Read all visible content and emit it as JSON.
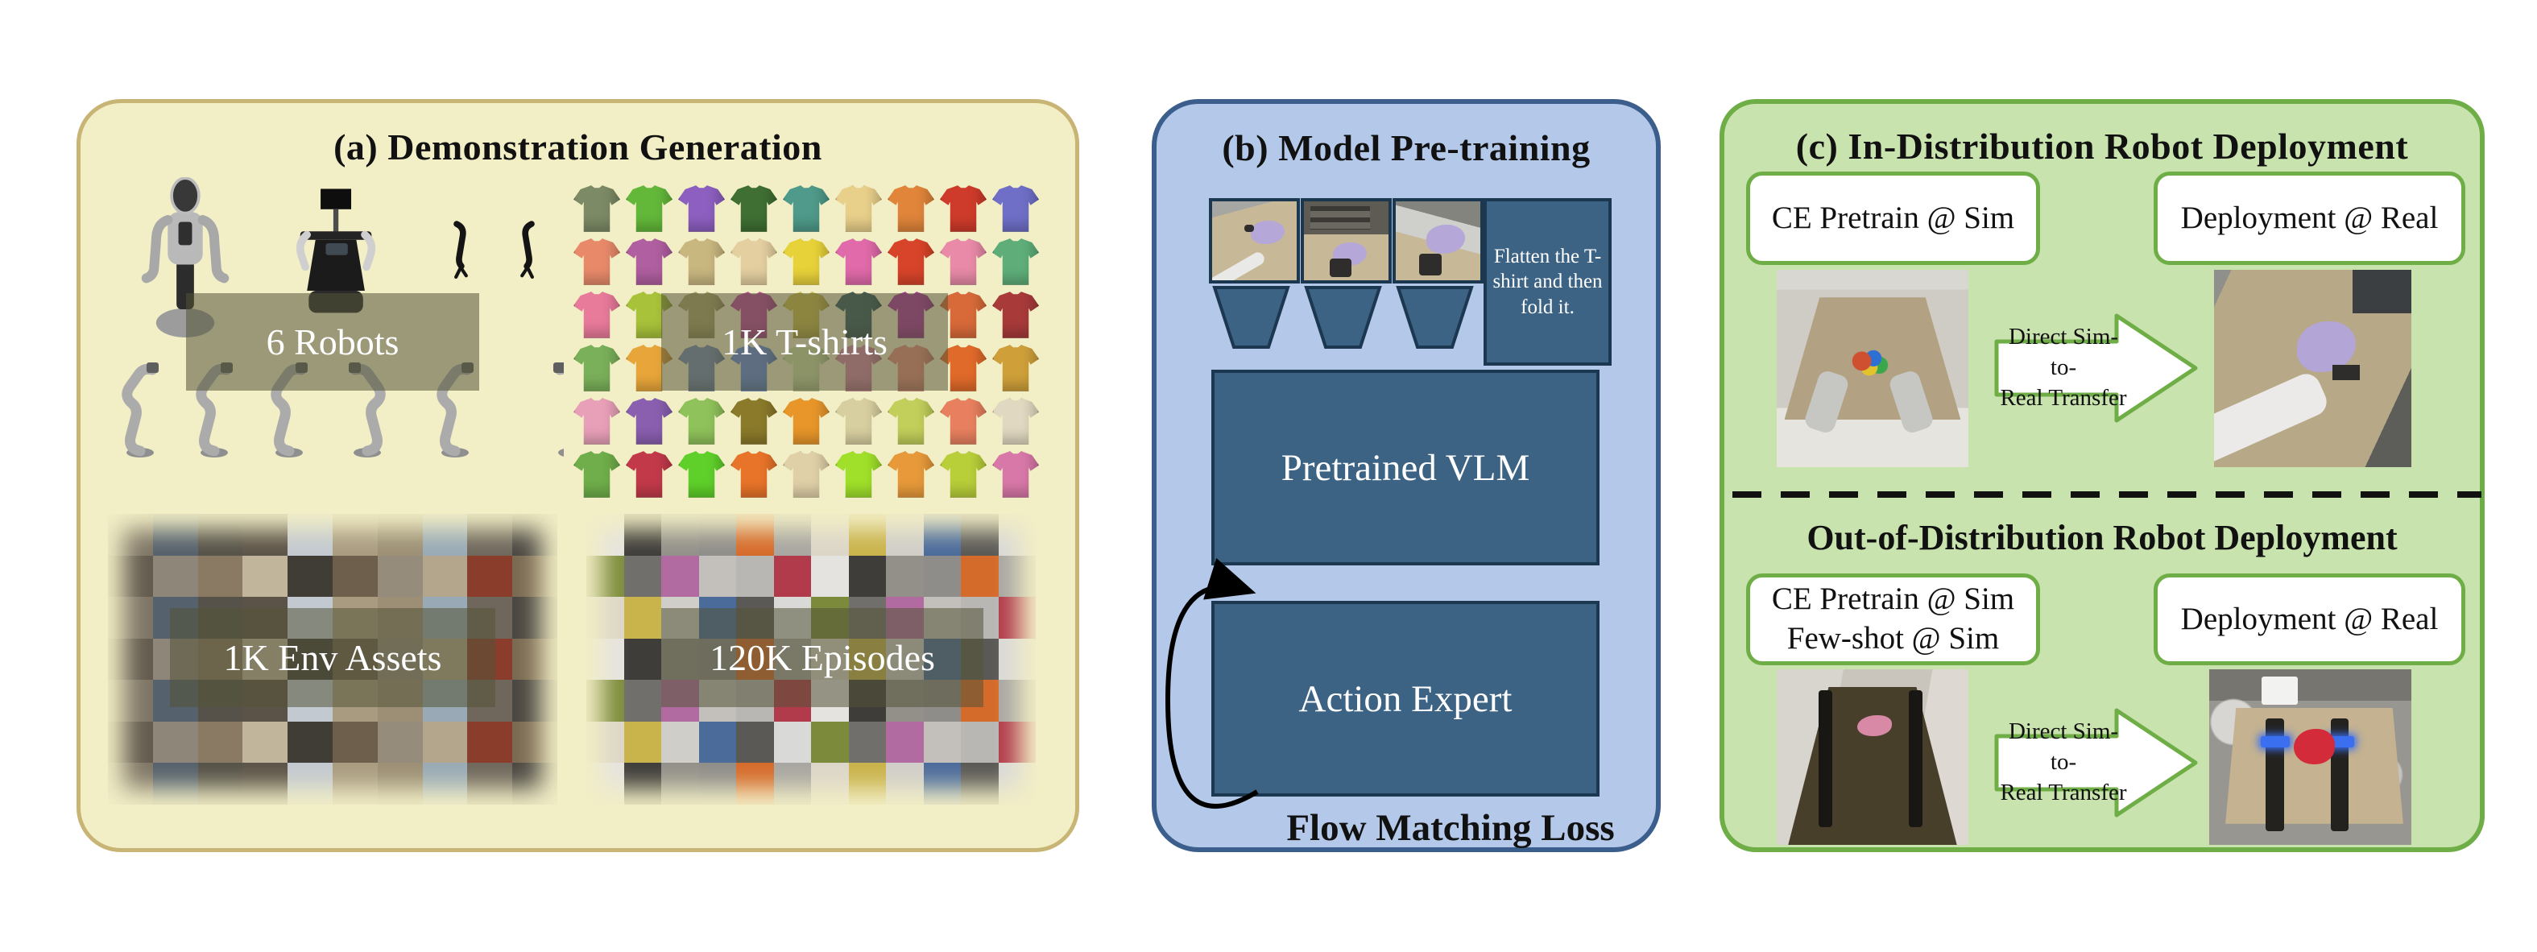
{
  "panel_a": {
    "title": "(a) Demonstration Generation",
    "robots_label": "6 Robots",
    "tshirts_label": "1K T-shirts",
    "env_label": "1K Env Assets",
    "episodes_label": "120K Episodes",
    "colors": {
      "bg": "#f2eec6",
      "border": "#c8b475",
      "overlay": "rgba(84,84,56,0.55)"
    },
    "tshirt_colors": [
      "#7c8a66",
      "#63b83a",
      "#8d5fc0",
      "#3f6f33",
      "#4f9a8a",
      "#e8cf8a",
      "#e0853a",
      "#cf3b2a",
      "#6f6fc8",
      "#e88a6a",
      "#b05fa0",
      "#c9b780",
      "#e3cfa0",
      "#e8d23a",
      "#e06aaa",
      "#d8442a",
      "#e88aa8",
      "#5fae7a",
      "#e87a9a",
      "#a8c23a",
      "#b0a86a",
      "#c24a9a",
      "#cfc04a",
      "#3a5f5f",
      "#b03a9a",
      "#d86a3a",
      "#a83a3a",
      "#7ab05a",
      "#e8a63a",
      "#7a8fb0",
      "#6a8fd8",
      "#cfe0a0",
      "#d88aa0",
      "#e8907a",
      "#e06a2a",
      "#cfa03a",
      "#e8a0b8",
      "#8a5fb0",
      "#8fc25a",
      "#8a7a2a",
      "#e8962a",
      "#d8cfa0",
      "#c2cf5a",
      "#e8805f",
      "#e0d8c0",
      "#6fae4a",
      "#c23a4a",
      "#5fd02a",
      "#e8742a",
      "#e0d0a8",
      "#a0e02a",
      "#e89a3a",
      "#b8cf3a",
      "#d878a8"
    ],
    "env_palette": [
      "#6e5f4c",
      "#8a7a63",
      "#4b4742",
      "#9c8f75",
      "#5c5348",
      "#7e7566",
      "#b3a68c",
      "#403c36",
      "#8e8679",
      "#6f675c",
      "#a99b80",
      "#565249",
      "#7b6a52",
      "#968c7b",
      "#c1b59b",
      "#645b4f",
      "#99aab6",
      "#c3c9d0",
      "#55616c",
      "#8a3d2b"
    ],
    "episodes_palette": [
      "#d9d9d7",
      "#b9b7b3",
      "#8f8d89",
      "#d0cec9",
      "#716f6b",
      "#e5e3df",
      "#a8a6a1",
      "#5b5956",
      "#c3c0bb",
      "#929089",
      "#c9b34b",
      "#7b8b3b",
      "#b13b4b",
      "#d56b2b",
      "#4b6b9b",
      "#b16ba1",
      "#3f3d3a",
      "#dcd6c8"
    ]
  },
  "panel_b": {
    "title": "(b) Model Pre-training",
    "instruction": "Flatten the T-shirt and then fold it.",
    "vlm_label": "Pretrained VLM",
    "action_label": "Action Expert",
    "loss_label": "Flow Matching Loss",
    "colors": {
      "bg": "#b4c9e9",
      "border": "#3b5e8c",
      "box_fill": "#3c6384",
      "box_border": "#1c3750"
    }
  },
  "panel_c": {
    "title": "(c) In-Distribution Robot Deployment",
    "subtitle": "Out-of-Distribution Robot Deployment",
    "box_top_left": "CE Pretrain @ Sim",
    "box_top_right": "Deployment @ Real",
    "box_bottom_left_line1": "CE Pretrain @ Sim",
    "box_bottom_left_line2": "Few-shot @ Sim",
    "box_bottom_right": "Deployment @ Real",
    "arrow_line1": "Direct Sim-to-",
    "arrow_line2": "Real Transfer",
    "colors": {
      "bg": "#c9e3ae",
      "border": "#6fae47",
      "divider": "#111111"
    }
  }
}
